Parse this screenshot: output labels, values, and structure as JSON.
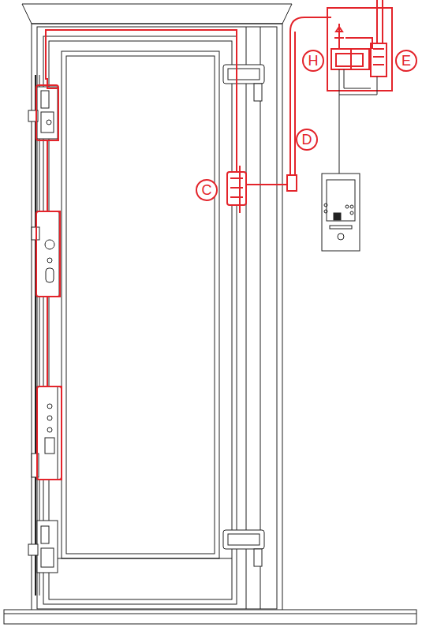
{
  "diagram": {
    "labels": [
      "H",
      "E",
      "D",
      "C"
    ]
  }
}
